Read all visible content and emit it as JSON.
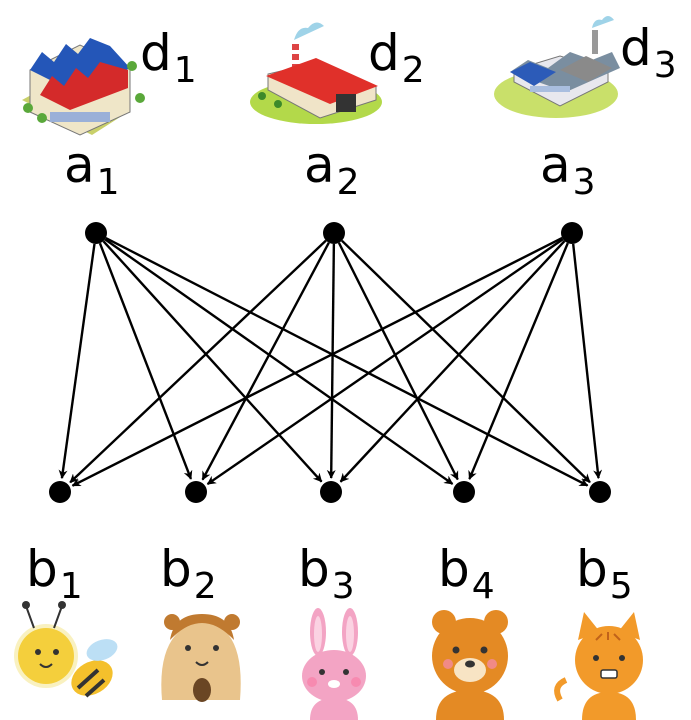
{
  "supply_nodes": [
    {
      "id": "a1",
      "letter": "a",
      "index": "1",
      "demand_letter": "d",
      "demand_index": "1",
      "icon": "factory-rows-blue-red-icon"
    },
    {
      "id": "a2",
      "letter": "a",
      "index": "2",
      "demand_letter": "d",
      "demand_index": "2",
      "icon": "factory-red-roof-chimney-icon"
    },
    {
      "id": "a3",
      "letter": "a",
      "index": "3",
      "demand_letter": "d",
      "demand_index": "3",
      "icon": "factory-blue-gray-icon"
    }
  ],
  "demand_nodes": [
    {
      "id": "b1",
      "letter": "b",
      "index": "1",
      "icon": "bee-icon"
    },
    {
      "id": "b2",
      "letter": "b",
      "index": "2",
      "icon": "hamster-icon"
    },
    {
      "id": "b3",
      "letter": "b",
      "index": "3",
      "icon": "rabbit-icon"
    },
    {
      "id": "b4",
      "letter": "b",
      "index": "4",
      "icon": "bear-icon"
    },
    {
      "id": "b5",
      "letter": "b",
      "index": "5",
      "icon": "cat-icon"
    }
  ],
  "edges": [
    [
      "a1",
      "b1"
    ],
    [
      "a1",
      "b2"
    ],
    [
      "a1",
      "b3"
    ],
    [
      "a1",
      "b4"
    ],
    [
      "a1",
      "b5"
    ],
    [
      "a2",
      "b1"
    ],
    [
      "a2",
      "b2"
    ],
    [
      "a2",
      "b3"
    ],
    [
      "a2",
      "b4"
    ],
    [
      "a2",
      "b5"
    ],
    [
      "a3",
      "b1"
    ],
    [
      "a3",
      "b2"
    ],
    [
      "a3",
      "b3"
    ],
    [
      "a3",
      "b4"
    ],
    [
      "a3",
      "b5"
    ]
  ],
  "colors": {
    "node": "#000000",
    "edge": "#000000",
    "background": "#ffffff"
  }
}
